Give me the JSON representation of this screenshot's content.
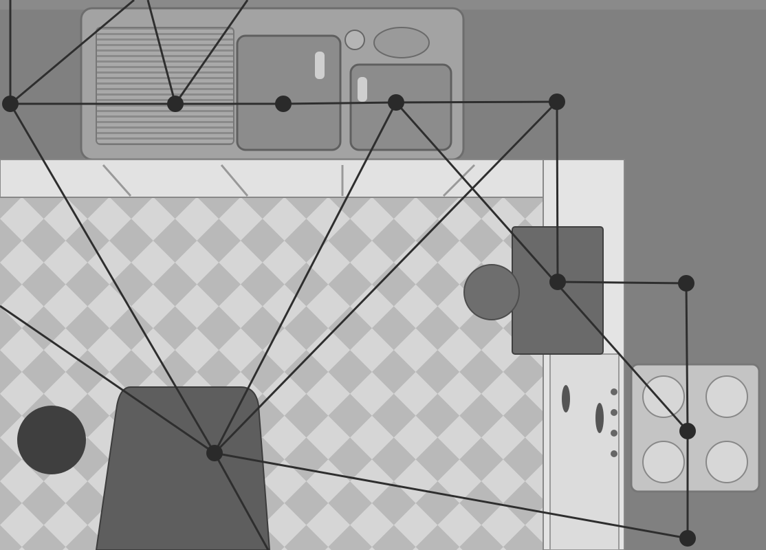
{
  "image": {
    "kind": "grayscale overhead photograph of a kitchen with a work-triangle network diagram overlaid",
    "colors": {
      "wall": "#808080",
      "counter": "#9c9c9c",
      "sink_steel": "#8e8e8e",
      "cabinet_white": "#e2e2e2",
      "floor_light": "#d6d6d6",
      "floor_dark": "#b9b9b9",
      "table": "#5e5e5e",
      "stool": "#3f3f3f",
      "stove_top": "#c4c4c4",
      "network_line": "#2e2e2e",
      "network_node": "#2a2a2a"
    }
  },
  "network": {
    "node_ids": [
      "n1",
      "n2",
      "n3",
      "n4",
      "n5",
      "n6",
      "n7",
      "n8",
      "n9",
      "n10"
    ],
    "edges": [
      [
        "n1",
        "n5"
      ],
      [
        "n2",
        "n4"
      ],
      [
        "n4",
        "n5"
      ],
      [
        "n5",
        "n6"
      ],
      [
        "n1",
        "n7"
      ],
      [
        "n4",
        "n7"
      ],
      [
        "n5",
        "n7"
      ],
      [
        "n6",
        "n7"
      ],
      [
        "n4",
        "n10"
      ],
      [
        "n7",
        "n10"
      ],
      [
        "n4",
        "n8"
      ],
      [
        "n8",
        "n9"
      ],
      [
        "n5",
        "n6"
      ],
      [
        "n3",
        "n9"
      ],
      [
        "n9",
        "n10"
      ]
    ]
  }
}
